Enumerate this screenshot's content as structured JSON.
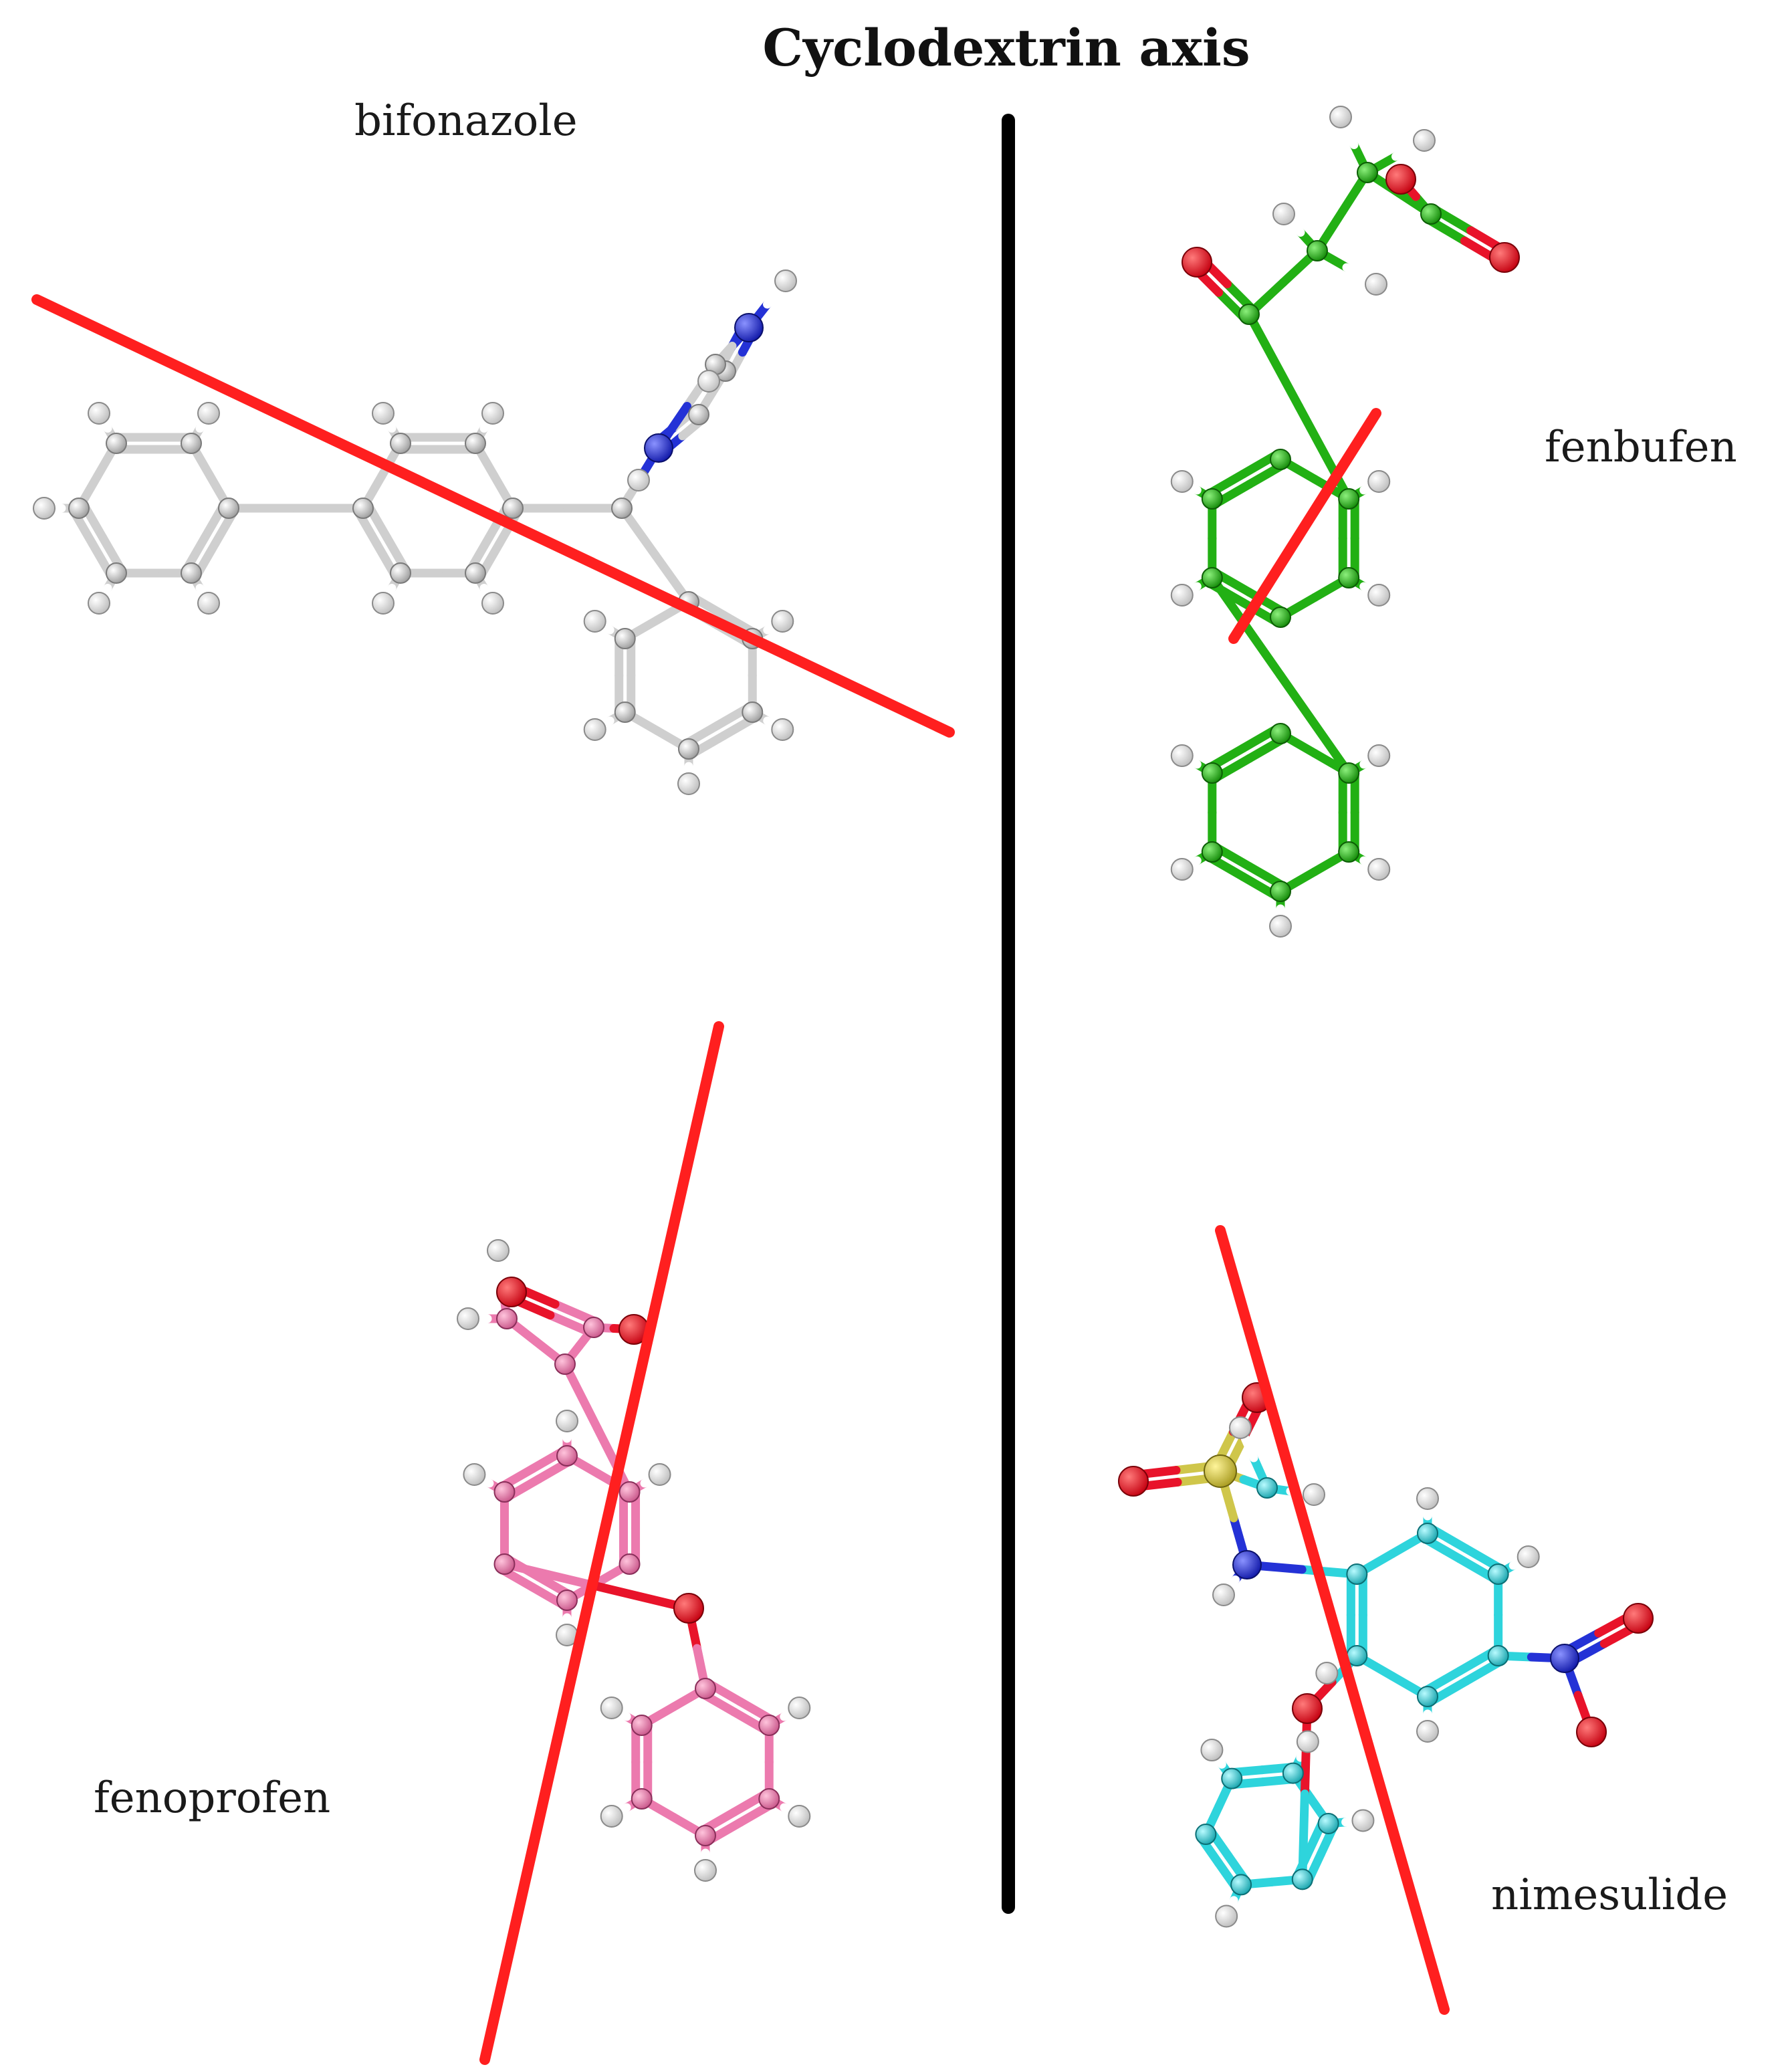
{
  "title": "Cyclodextrin axis",
  "labels": {
    "bifonazole": "bifonazole",
    "fenbufen": "fenbufen",
    "fenoprofen": "fenoprofen",
    "nimesulide": "nimesulide"
  },
  "colors": {
    "cyclodextrin_axis": "#000000",
    "molecule_axis": "#ff1f1f",
    "bifonazole_carbon": "#cfcfcf",
    "fenbufen_carbon": "#22b014",
    "fenoprofen_carbon": "#ec7aae",
    "nimesulide_carbon": "#2ed4dc",
    "hydrogen": "#ffffff",
    "oxygen": "#e8132a",
    "nitrogen": "#2432d6",
    "sulfur": "#cfc64a"
  },
  "molecules": [
    "bifonazole",
    "fenbufen",
    "fenoprofen",
    "nimesulide"
  ]
}
